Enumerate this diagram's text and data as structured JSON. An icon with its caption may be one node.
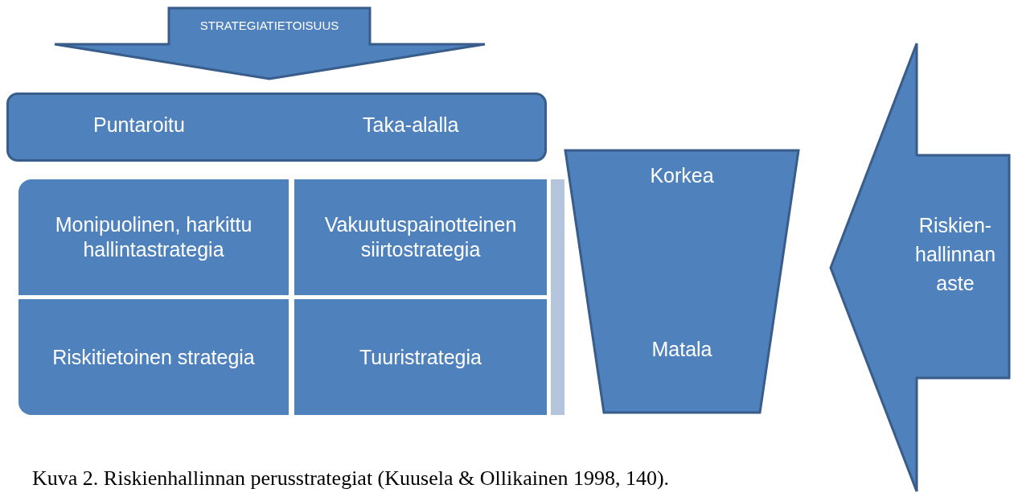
{
  "diagram": {
    "caption": "Kuva 2. Riskienhallinnan perusstrategiat (Kuusela & Ollikainen 1998, 140).",
    "nodes": [
      {
        "text": [
          "STRATEGIATIETOISUUS"
        ]
      },
      {
        "text": [
          "Puntaroitu",
          "Taka-alalla"
        ]
      },
      {
        "text": [
          "Monipuolinen, harkittu hallintastrategia"
        ]
      },
      {
        "text": [
          "Vakuutuspainotteinen siirtostrategia"
        ]
      },
      {
        "text": [
          "Riskitietoinen strategia"
        ]
      },
      {
        "text": [
          "Tuuristrategia"
        ]
      },
      {
        "text": [],
        "shape": "bar"
      },
      {
        "text": [
          "Korkea",
          "Matala"
        ]
      },
      {
        "text": [
          "Riskien- hallinnan aste"
        ]
      }
    ],
    "edges": []
  }
}
